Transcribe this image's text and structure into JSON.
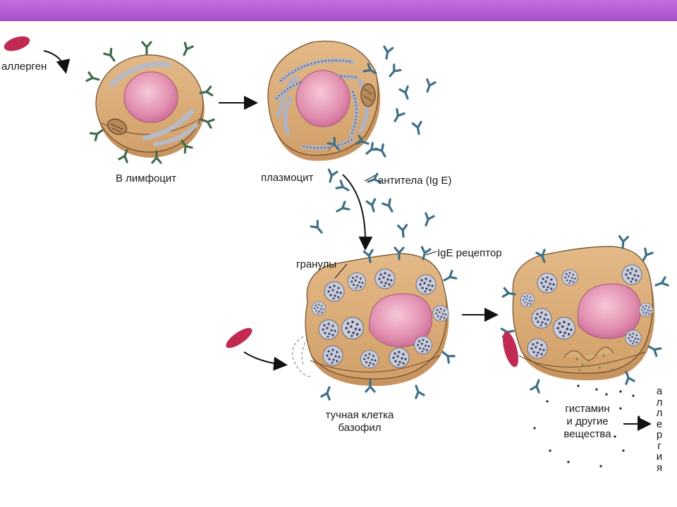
{
  "colors": {
    "header_band": "#b55fd6",
    "cell_cytoplasm": "#d9ad78",
    "nucleus": "#e79ab5",
    "antibody": "#3f6f86",
    "receptor_green": "#3f6b4c",
    "allergen": "#c12a52",
    "granule": "#c9ccd9"
  },
  "labels": {
    "allergen": "аллерген",
    "b_lymphocyte": "В лимфоцит",
    "plasmocyte": "плазмоцит",
    "antibodies": "антитела (Ig E)",
    "granules": "гранулы",
    "ige_receptor": "IgE рецептор",
    "mast_cell_line1": "тучная клетка",
    "mast_cell_line2": "базофил",
    "histamine_line1": "гистамин",
    "histamine_line2": "и другие",
    "histamine_line3": "вещества",
    "allergy_letters": [
      "а",
      "л",
      "л",
      "е",
      "р",
      "г",
      "и",
      "я"
    ]
  }
}
